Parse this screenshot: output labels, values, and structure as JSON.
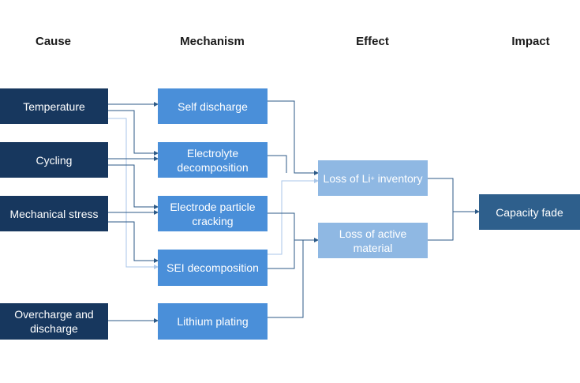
{
  "columns": {
    "cause": "Cause",
    "mechanism": "Mechanism",
    "effect": "Effect",
    "impact": "Impact"
  },
  "causes": {
    "temperature": "Temperature",
    "cycling": "Cycling",
    "mechanical_stress": "Mechanical stress",
    "overcharge": "Overcharge and\ndischarge"
  },
  "mechanisms": {
    "self_discharge": "Self discharge",
    "electrolyte": "Electrolyte\ndecomposition",
    "cracking": "Electrode particle\ncracking",
    "sei": "SEI decomposition",
    "plating": "Lithium plating"
  },
  "effects": {
    "li_prefix": "Loss of Li",
    "li_sup": "+",
    "li_suffix": " inventory",
    "active_material": "Loss of active\nmaterial"
  },
  "impact": {
    "capacity_fade": "Capacity fade"
  },
  "colors": {
    "cause": "#17375e",
    "mechanism": "#4a8fd9",
    "effect": "#8fb8e3",
    "impact": "#2e5f8c",
    "arrow_dark": "#2d5a87",
    "arrow_light": "#a9c6e8"
  }
}
